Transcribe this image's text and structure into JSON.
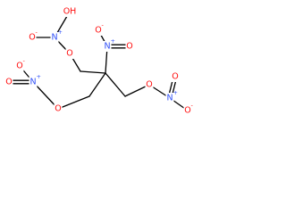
{
  "molecule": {
    "colors": {
      "bond": "#000000",
      "oxygen": "#ff0d0d",
      "nitrogen": "#3050f8"
    },
    "atoms": [
      {
        "id": "a1",
        "symbol": "O",
        "label": "OH",
        "element": "oxygen"
      },
      {
        "id": "a2",
        "symbol": "N",
        "label": "N",
        "charge": "+",
        "element": "nitrogen"
      },
      {
        "id": "a3",
        "symbol": "O",
        "label": "O",
        "charge": "-",
        "element": "oxygen"
      },
      {
        "id": "a4",
        "symbol": "O",
        "label": "O",
        "element": "oxygen"
      },
      {
        "id": "a5",
        "symbol": "N",
        "label": "N",
        "charge": "+",
        "element": "nitrogen"
      },
      {
        "id": "a6",
        "symbol": "O",
        "label": "O",
        "element": "oxygen"
      },
      {
        "id": "a7",
        "symbol": "O",
        "label": "O",
        "charge": "-",
        "element": "oxygen"
      },
      {
        "id": "a8",
        "symbol": "O",
        "label": "O",
        "element": "oxygen"
      },
      {
        "id": "a9",
        "symbol": "N",
        "label": "N",
        "charge": "+",
        "element": "nitrogen"
      },
      {
        "id": "a10",
        "symbol": "O",
        "label": "O",
        "charge": "-",
        "element": "oxygen"
      },
      {
        "id": "a11",
        "symbol": "O",
        "label": "O",
        "element": "oxygen"
      },
      {
        "id": "a12",
        "symbol": "O",
        "label": "O",
        "element": "oxygen"
      },
      {
        "id": "a13",
        "symbol": "N",
        "label": "N",
        "charge": "+",
        "element": "nitrogen"
      },
      {
        "id": "a14",
        "symbol": "O",
        "label": "O",
        "element": "oxygen"
      },
      {
        "id": "a15",
        "symbol": "O",
        "label": "O",
        "charge": "-",
        "element": "oxygen"
      },
      {
        "id": "c1",
        "symbol": "C",
        "label": "",
        "element": "carbon"
      },
      {
        "id": "c2",
        "symbol": "C",
        "label": "",
        "element": "carbon"
      },
      {
        "id": "c3",
        "symbol": "C",
        "label": "",
        "element": "carbon"
      },
      {
        "id": "c4",
        "symbol": "C",
        "label": "",
        "element": "carbon"
      }
    ],
    "bonds": [
      {
        "from": "a1",
        "to": "a2",
        "order": 1
      },
      {
        "from": "a2",
        "to": "a3",
        "order": 1
      },
      {
        "from": "a2",
        "to": "a4",
        "order": 1
      },
      {
        "from": "a4",
        "to": "c1",
        "order": 1
      },
      {
        "from": "c1",
        "to": "c2",
        "order": 1
      },
      {
        "from": "c2",
        "to": "a5",
        "order": 1
      },
      {
        "from": "a5",
        "to": "a6",
        "order": 2
      },
      {
        "from": "a5",
        "to": "a7",
        "order": 1
      },
      {
        "from": "c2",
        "to": "c3",
        "order": 1
      },
      {
        "from": "c3",
        "to": "a8",
        "order": 1
      },
      {
        "from": "a8",
        "to": "a9",
        "order": 1
      },
      {
        "from": "a9",
        "to": "a10",
        "order": 1
      },
      {
        "from": "a9",
        "to": "a11",
        "order": 2
      },
      {
        "from": "c2",
        "to": "c4",
        "order": 1
      },
      {
        "from": "c4",
        "to": "a12",
        "order": 1
      },
      {
        "from": "a12",
        "to": "a13",
        "order": 1
      },
      {
        "from": "a13",
        "to": "a14",
        "order": 2
      },
      {
        "from": "a13",
        "to": "a15",
        "order": 1
      }
    ]
  }
}
